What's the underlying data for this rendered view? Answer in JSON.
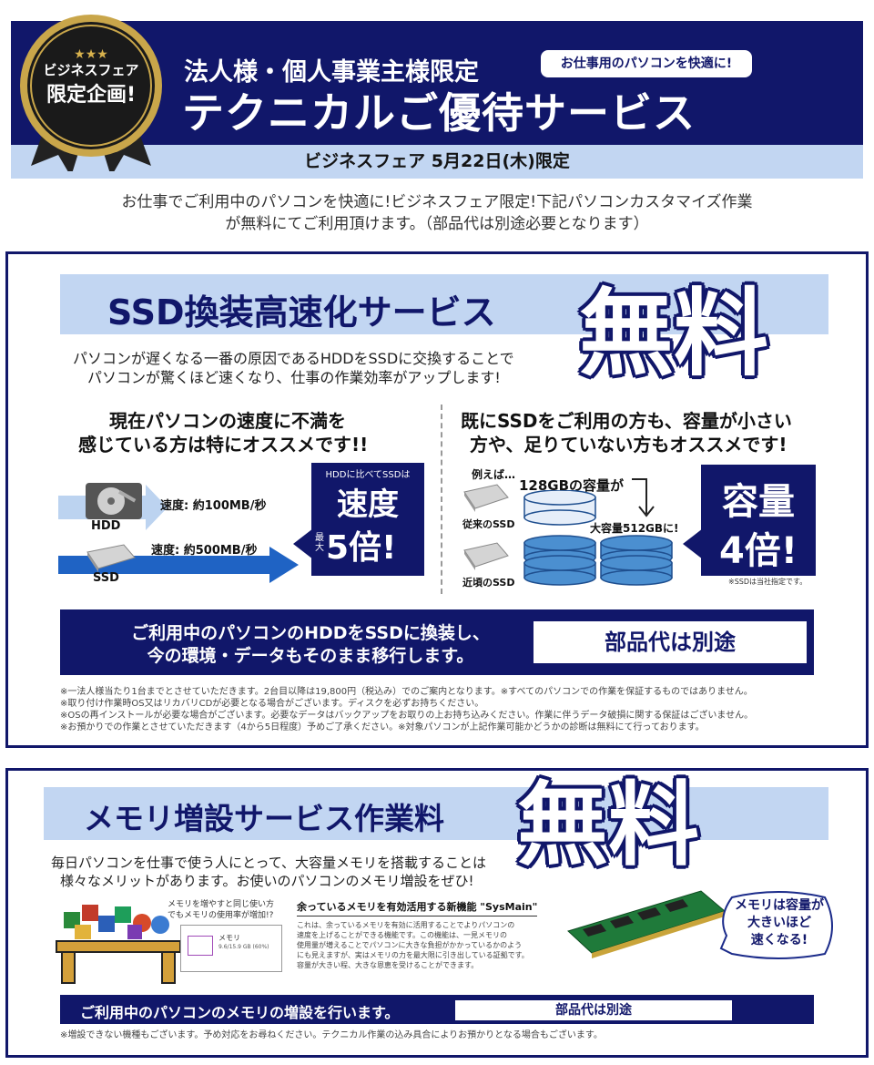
{
  "header": {
    "badge_line1": "ビジネスフェア",
    "badge_line2": "限定企画!",
    "line1": "法人様・個人事業主様限定",
    "pill": "お仕事用のパソコンを快適に!",
    "title": "テクニカルご優待サービス",
    "sub": "ビジネスフェア 5月22日(木)限定"
  },
  "intro": {
    "line1": "お仕事でご利用中のパソコンを快適に!ビジネスフェア限定!下記パソコンカスタマイズ作業",
    "line2": "が無料にてご利用頂けます。（部品代は別途必要となります）"
  },
  "ssd": {
    "title": "SSD換装高速化サービス",
    "free": "無料",
    "desc1": "パソコンが遅くなる一番の原因であるHDDをSSDに交換することで",
    "desc2": "パソコンが驚くほど速くなり、仕事の作業効率がアップします!",
    "left_head1": "現在パソコンの速度に不満を",
    "left_head2": "感じている方は特にオススメです!!",
    "right_head1": "既にSSDをご利用の方も、容量が小さい",
    "right_head2": "方や、足りていない方もオススメです!",
    "hdd_speed": "速度: 約100MB/秒",
    "hdd_label": "HDD",
    "ssd_speed": "速度: 約500MB/秒",
    "ssd_label": "SSD",
    "speed_note": "HDDに比べてSSDは",
    "speed_big": "速度",
    "speed_max": "最大",
    "speed_times": "5倍!",
    "example": "例えば…",
    "cap_small": "128GBの容量が",
    "cap_big": "大容量512GBに!",
    "old_ssd": "従来のSSD",
    "new_ssd": "近頃のSSD",
    "cap_word": "容量",
    "cap_times": "4倍!",
    "cap_note": "※SSDは当社指定です。",
    "bar_line1": "ご利用中のパソコンのHDDをSSDに換装し、",
    "bar_line2": "今の環境・データもそのまま移行します。",
    "bar_parts": "部品代は別途",
    "notes": [
      "※一法人様当たり1台までとさせていただきます。2台目以降は19,800円（税込み）でのご案内となります。※すべてのパソコンでの作業を保証するものではありません。",
      "※取り付け作業時OS又はリカバリCDが必要となる場合がございます。ディスクを必ずお持ちください。",
      "※OSの再インストールが必要な場合がございます。必要なデータはバックアップをお取りの上お持ち込みください。作業に伴うデータ破損に関する保証はございません。",
      "※お預かりでの作業とさせていただきます（4から5日程度）予めご了承ください。※対象パソコンが上記作業可能かどうかの診断は無料にて行っております。"
    ]
  },
  "memory": {
    "title": "メモリ増設サービス作業料",
    "free": "無料",
    "desc1": "毎日パソコンを仕事で使う人にとって、大容量メモリを搭載することは",
    "desc2": "様々なメリットがあります。お使いのパソコンのメモリ増設をぜひ!",
    "usage_q1": "メモリを増やすと同じ使い方",
    "usage_q2": "でもメモリの使用率が増加!?",
    "mem_label": "メモリ",
    "mem_value": "9.6/15.9 GB (60%)",
    "sysmain_head": "余っているメモリを有効活用する新機能 \"SysMain\"",
    "sysmain_body": [
      "これは、余っているメモリを有効に活用することでよりパソコンの",
      "速度を上げることができる機能です。この機能は、一見メモリの",
      "使用量が増えることでパソコンに大きな負担がかかっているかのよう",
      "にも見えますが、実はメモリの力を最大限に引き出している証拠です。",
      "容量が大きい程、大きな恩恵を受けることができます。"
    ],
    "bubble1": "メモリは容量が",
    "bubble2": "大きいほど",
    "bubble3": "速くなる!",
    "bar_text": "ご利用中のパソコンのメモリの増設を行います。",
    "bar_parts": "部品代は別途",
    "note": "※増設できない機種もございます。予め対応をお尋ねください。テクニカル作業の込み具合によりお預かりとなる場合もございます。"
  },
  "colors": {
    "navy": "#11176a",
    "light_blue": "#c2d6f2",
    "arrow_blue": "#1f63c4",
    "disk_blue": "#4b8fd0"
  }
}
